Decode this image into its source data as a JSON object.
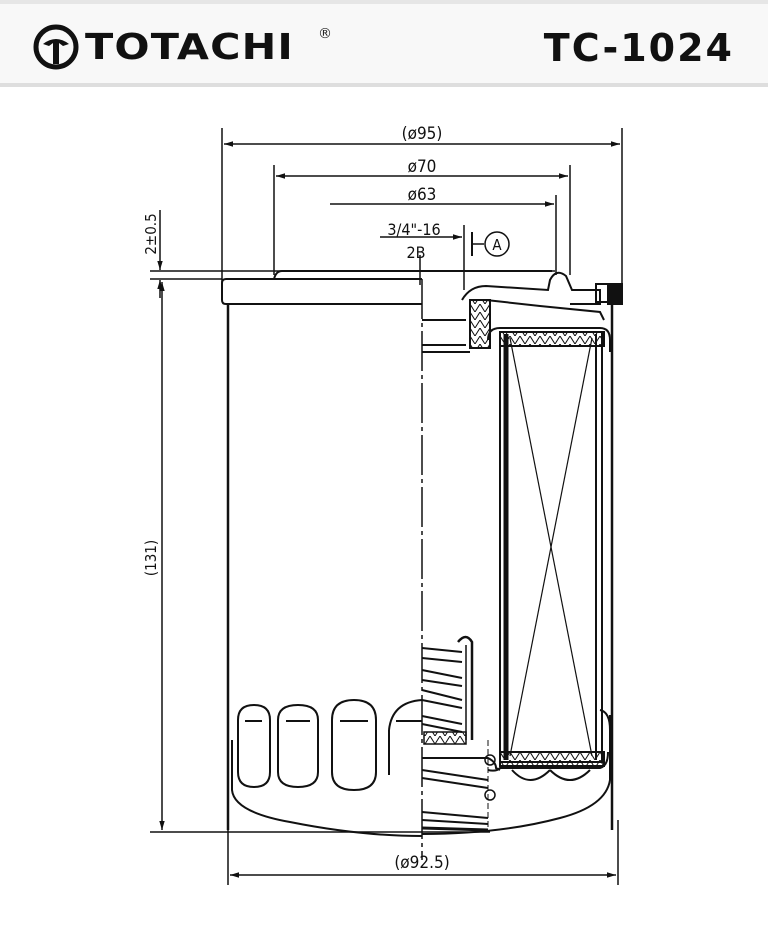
{
  "header": {
    "brand": "TOTACHI",
    "registered_mark": "®",
    "part_number": "TC-1024",
    "logo_icon": "totachi-emblem-icon"
  },
  "drawing": {
    "type": "oil filter cross-section technical drawing",
    "dimensions": {
      "outer_diameter": "(ø95)",
      "gasket_outer_diameter": "ø70",
      "gasket_inner_diameter": "ø63",
      "thread_line1": "3/4\"-16",
      "thread_line2": "2B",
      "gasket_height_tolerance": "2±0.5",
      "total_height": "(131)",
      "body_diameter": "(ø92.5)",
      "section_marker": "A"
    },
    "colors": {
      "line": "#111111",
      "background": "#ffffff",
      "header_bg": "#f8f8f8"
    }
  }
}
